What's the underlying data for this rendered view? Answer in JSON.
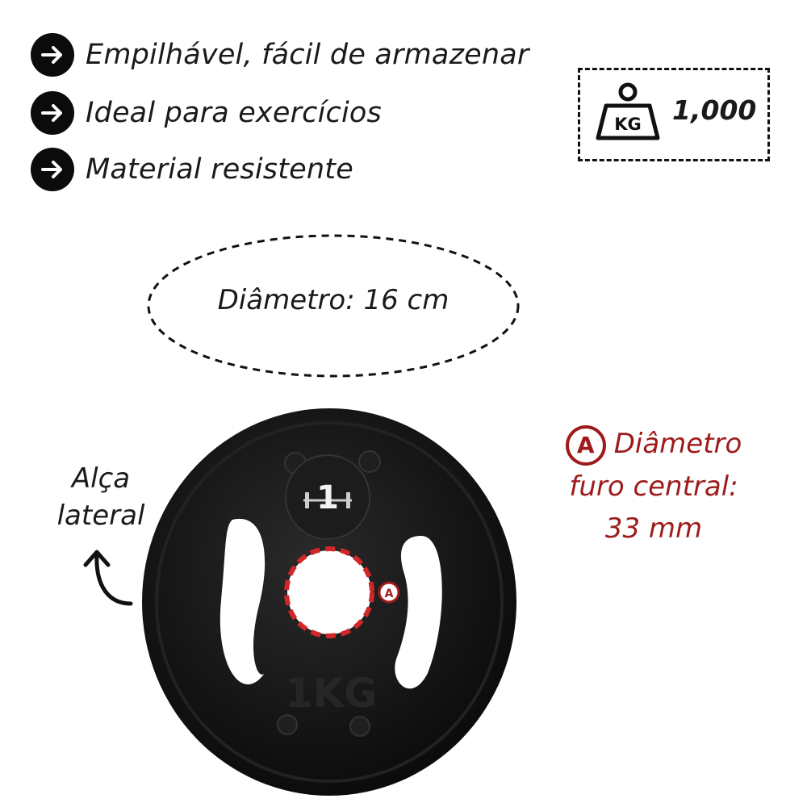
{
  "features": [
    {
      "icon": "arrow-right-icon",
      "text": "Empilhável, fácil de armazenar"
    },
    {
      "icon": "arrow-right-icon",
      "text": "Ideal para exercícios"
    },
    {
      "icon": "arrow-right-icon",
      "text": "Material resistente"
    }
  ],
  "weight": {
    "icon_label": "KG",
    "value": "1,000"
  },
  "diameter": {
    "text": "Diâmetro: 16 cm"
  },
  "plate": {
    "center_number": "1",
    "bottom_mark": "1KG",
    "hole_badge": "A"
  },
  "handle": {
    "line1": "Alça",
    "line2": "lateral"
  },
  "hole": {
    "badge": "A",
    "line1": "Diâmetro",
    "line2": "furo central:",
    "line3": "33 mm"
  },
  "colors": {
    "accent": "#9e1b1b",
    "plate": "#141414",
    "dashed_hole": "#d3262a"
  }
}
